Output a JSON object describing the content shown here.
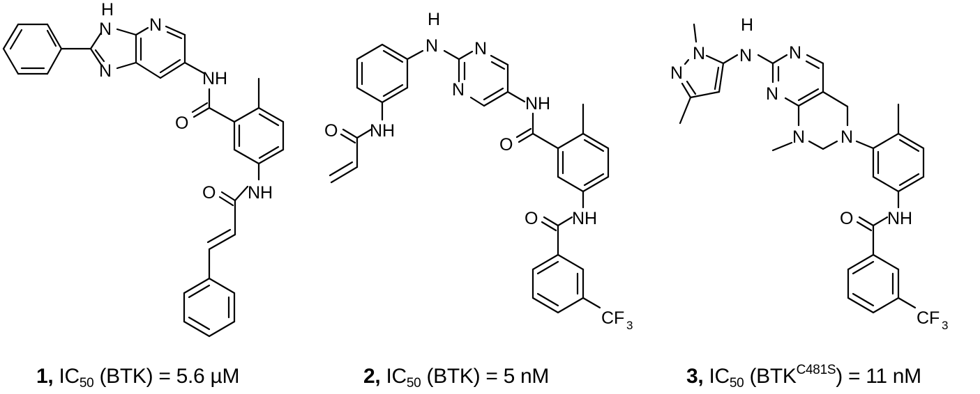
{
  "figure": {
    "compounds": [
      {
        "id": "1",
        "number_label": "1,",
        "metric": "IC",
        "metric_sub": "50",
        "target": "(BTK",
        "target_sup": "",
        "target_close": ")",
        "value": "= 5.6 µM",
        "atom_labels": {
          "nh_top": "H",
          "n_top": "N",
          "n_pyr": "N",
          "n_imid": "N",
          "amide_nh": "NH",
          "amide_o": "O",
          "acryl_nh": "NH",
          "acryl_o": "O"
        }
      },
      {
        "id": "2",
        "number_label": "2,",
        "metric": "IC",
        "metric_sub": "50",
        "target": "(BTK",
        "target_sup": "",
        "target_close": ")",
        "value": "= 5 nM",
        "atom_labels": {
          "h_top": "H",
          "n_link": "N",
          "n_pyrim1": "N",
          "n_pyrim2": "N",
          "acryl_nh": "NH",
          "acryl_o": "O",
          "amide_nh": "NH",
          "amide_o": "O",
          "amide2_nh": "NH",
          "amide2_o": "O",
          "cf": "CF",
          "cf_sub": "3"
        }
      },
      {
        "id": "3",
        "number_label": "3,",
        "metric": "IC",
        "metric_sub": "50",
        "target": "(BTK",
        "target_sup": "C481S",
        "target_close": ")",
        "value": "= 11 nM",
        "atom_labels": {
          "h_top": "H",
          "n_link": "N",
          "n_pz1": "N",
          "n_pz2": "N",
          "n_pyrim1": "N",
          "n_pyrim2": "N",
          "n_ring1": "N",
          "n_ring2": "N",
          "amide_nh": "NH",
          "amide_o": "O",
          "cf": "CF",
          "cf_sub": "3"
        }
      }
    ]
  }
}
